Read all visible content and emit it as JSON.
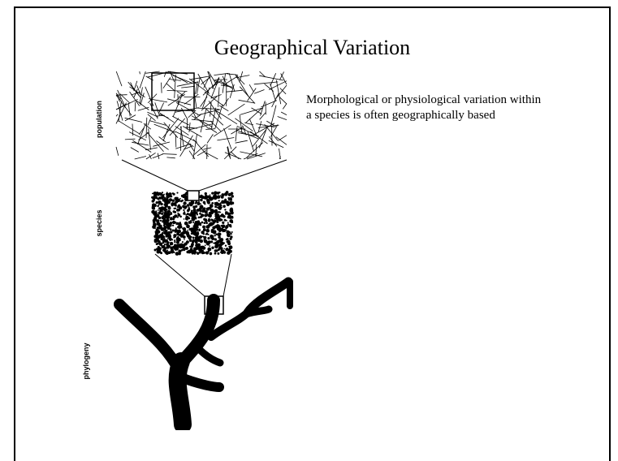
{
  "slide": {
    "title": "Geographical Variation",
    "body_lines": [
      "Morphological or physiological variation within",
      "a species is often geographically based"
    ]
  },
  "figure": {
    "levels": [
      {
        "key": "population",
        "label": "population"
      },
      {
        "key": "species",
        "label": "species"
      },
      {
        "key": "phylogeny",
        "label": "phylogeny"
      }
    ]
  },
  "colors": {
    "ink": "#000000",
    "background": "#ffffff",
    "frame": "#000000"
  }
}
